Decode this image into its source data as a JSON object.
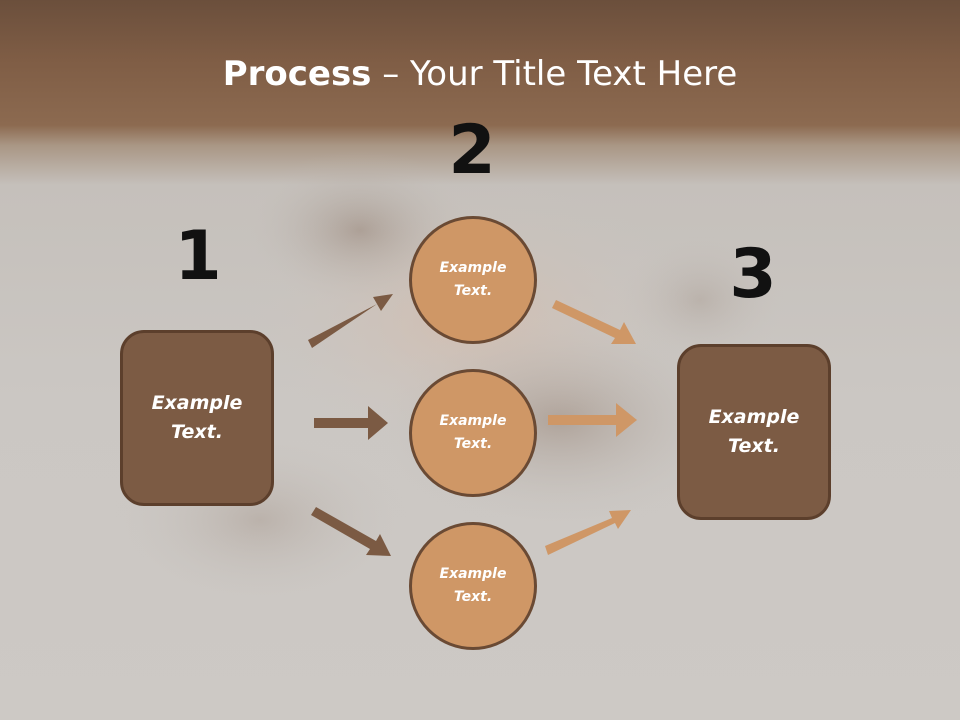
{
  "title": {
    "bold": "Process",
    "rest": " – Your Title Text Here"
  },
  "steps": [
    {
      "number": "1",
      "box_text": "Example Text."
    },
    {
      "number": "2",
      "circles": [
        "Example Text.",
        "Example Text.",
        "Example Text."
      ]
    },
    {
      "number": "3",
      "box_text": "Example Text."
    }
  ],
  "colors": {
    "box_fill": "#7c5b44",
    "circle_fill": "#cf9766",
    "arrow_left": "#7b5a43",
    "arrow_right": "#cf9766",
    "header": "#7f5d45"
  }
}
